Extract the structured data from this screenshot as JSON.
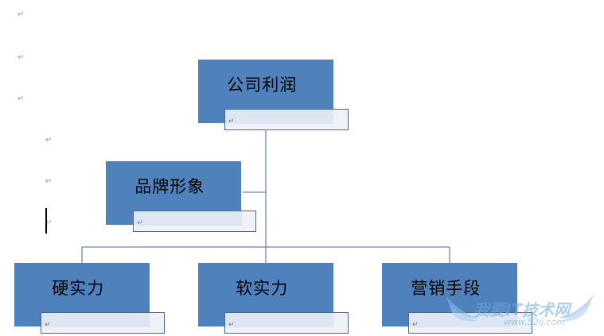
{
  "paragraph_mark": "↵",
  "nodes": {
    "root": {
      "label": "公司利润",
      "mark": "↵"
    },
    "brand": {
      "label": "品牌形象",
      "mark": "↵"
    },
    "hard": {
      "label": "硬实力",
      "mark": "↵"
    },
    "soft": {
      "label": "软实力",
      "mark": "↵"
    },
    "marketing": {
      "label": "营销手段",
      "mark": "↵"
    }
  },
  "watermark": {
    "text": "我要IT技术网",
    "url": "www.52ij.com"
  },
  "colors": {
    "node_fill": "#4f81bd",
    "connector": "#3b6ba5",
    "subbox_border": "#3b6ba5"
  }
}
